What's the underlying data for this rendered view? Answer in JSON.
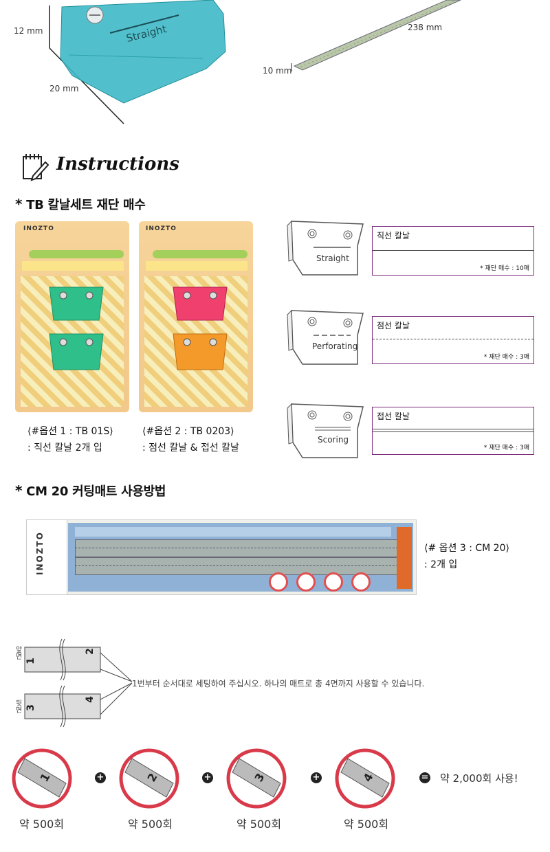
{
  "dimensions": {
    "height": "12 mm",
    "depth": "20 mm",
    "blade_label": "Straight",
    "ruler_length": "238 mm",
    "ruler_width": "10 mm"
  },
  "instructions": {
    "title": "Instructions"
  },
  "section1": {
    "title": "TB 칼날세트 재단 매수",
    "packages": [
      {
        "brand": "INOZTO",
        "caption_line1": "⟨#옵션 1 : TB 01S⟩",
        "caption_line2": ": 직선 칼날 2개 입"
      },
      {
        "brand": "INOZTO",
        "caption_line1": "⟨#옵션 2 : TB 0203⟩",
        "caption_line2": ": 점선 칼날 & 접선 칼날"
      }
    ],
    "blades": [
      {
        "label": "Straight",
        "box_title": "직선 칼날",
        "count": "* 재단 매수 : 10매"
      },
      {
        "label": "Perforating",
        "box_title": "점선 칼날",
        "count": "* 재단 매수 : 3매"
      },
      {
        "label": "Scoring",
        "box_title": "접선 칼날",
        "count": "* 재단 매수 : 3매"
      }
    ]
  },
  "section2": {
    "title": "CM 20 커팅매트 사용방법",
    "brand": "INOZTO",
    "caption_line1": "⟨# 옵션 3 : CM 20⟩",
    "caption_line2": ": 2개 입",
    "mat_front": "앞면",
    "mat_back": "뒷면",
    "mat_numbers": [
      "1",
      "2",
      "3",
      "4"
    ],
    "note": "1번부터 순서대로 세팅하여 주십시오. 하나의 매트로 총 4면까지 사용할 수 있습니다.",
    "usage": [
      {
        "num": "1",
        "caption": "약 500회"
      },
      {
        "num": "2",
        "caption": "약 500회"
      },
      {
        "num": "3",
        "caption": "약 500회"
      },
      {
        "num": "4",
        "caption": "약 500회"
      }
    ],
    "plus": "+",
    "equals": "=",
    "total": "약 2,000회 사용!"
  }
}
